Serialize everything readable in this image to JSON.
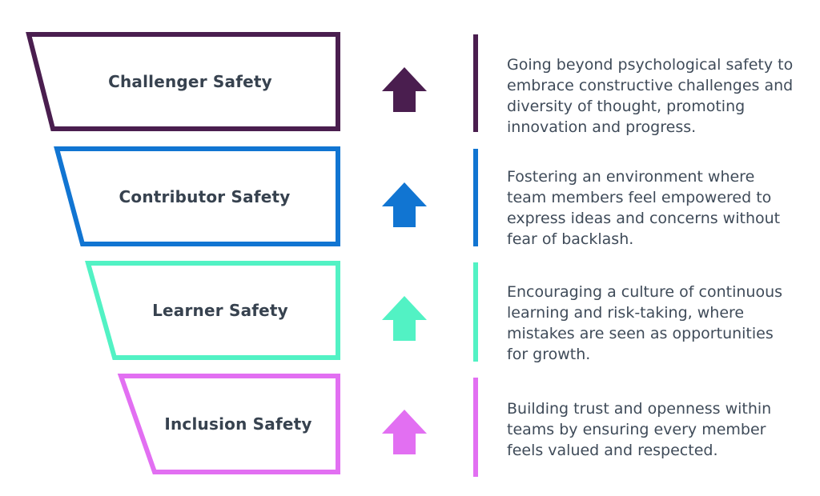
{
  "diagram": {
    "background": "#ffffff",
    "title_text_color": "#37424f",
    "body_text_color": "#3f4b59",
    "stages": [
      {
        "label": "Challenger Safety",
        "color": "#4a1e4f",
        "description": "Going beyond psychological safety to\nembrace constructive challenges and\ndiversity of thought, promoting\ninnovation and progress."
      },
      {
        "label": "Contributor Safety",
        "color": "#1175d2",
        "description": "Fostering an environment where\nteam members feel empowered to\nexpress ideas and concerns without\nfear of backlash."
      },
      {
        "label": "Learner Safety",
        "color": "#52f2c4",
        "description": "Encouraging a culture of continuous\nlearning and risk-taking, where\nmistakes are seen as opportunities\nfor growth."
      },
      {
        "label": "Inclusion Safety",
        "color": "#e26ff2",
        "description": "Building trust and openness within\nteams by ensuring every member\nfeels valued and respected."
      }
    ]
  }
}
